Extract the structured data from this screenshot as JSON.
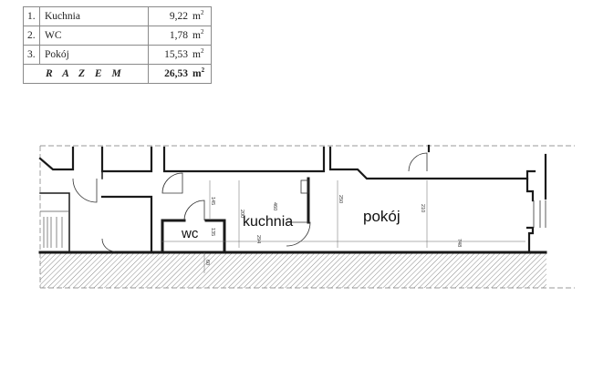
{
  "table": {
    "rows": [
      {
        "num": "1.",
        "name": "Kuchnia",
        "area": "9,22",
        "unit": "m",
        "sup": "2"
      },
      {
        "num": "2.",
        "name": "WC",
        "area": "1,78",
        "unit": "m",
        "sup": "2"
      },
      {
        "num": "3.",
        "name": "Pokój",
        "area": "15,53",
        "unit": "m",
        "sup": "2"
      }
    ],
    "total": {
      "label": "R A Z E M",
      "area": "26,53",
      "unit": "m",
      "sup": "2"
    }
  },
  "plan": {
    "labels": {
      "wc": "wc",
      "kitchen": "kuchnia",
      "room": "pokój"
    },
    "dims": {
      "d1": "460",
      "d2": "250",
      "d3": "210",
      "d4": "748",
      "d5": "145",
      "d6": "294",
      "d7": "200",
      "d8": "135",
      "d9": "60"
    }
  },
  "colors": {
    "wall": "#1a1a1a",
    "hatch": "#555555",
    "table_border": "#8a8a8a"
  }
}
